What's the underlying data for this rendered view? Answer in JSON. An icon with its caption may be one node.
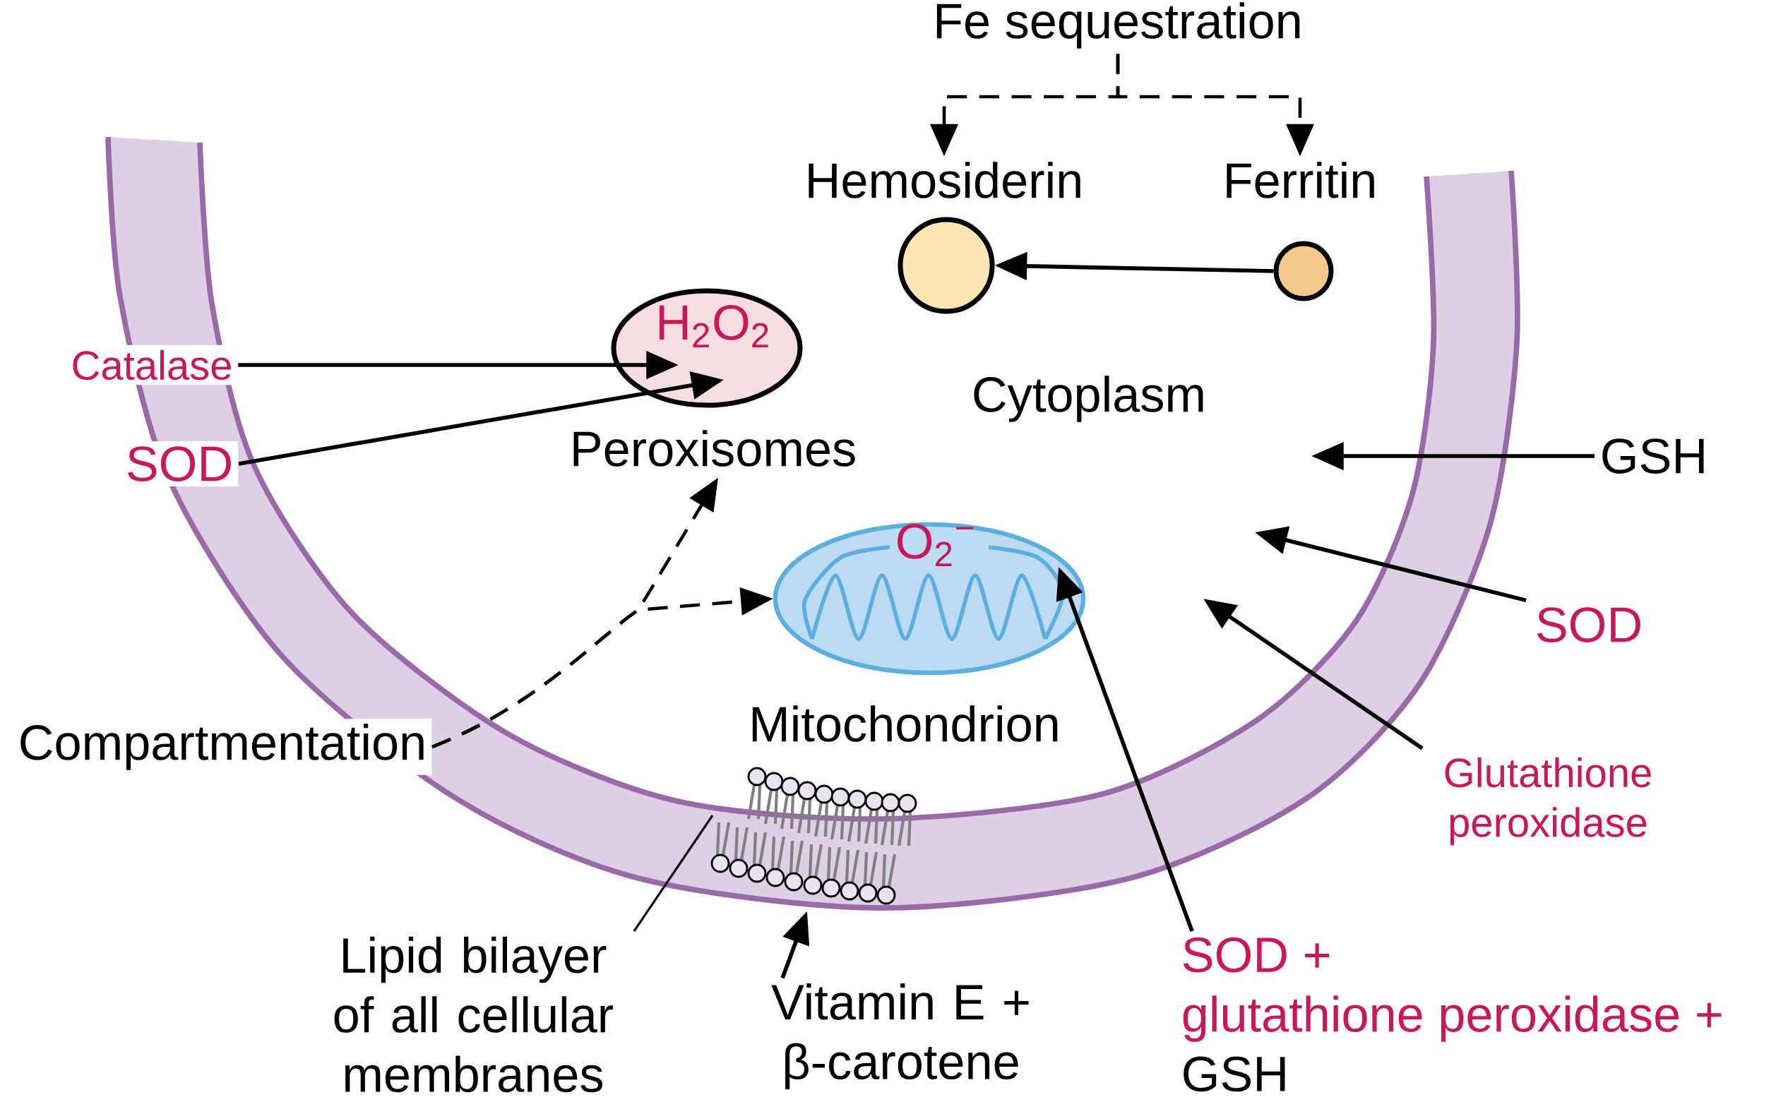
{
  "diagram": {
    "nodes": [
      {
        "text": [
          "Fe sequestration"
        ]
      },
      {
        "text": [
          "Hemosiderin"
        ]
      },
      {
        "text": [
          "Ferritin"
        ]
      },
      {
        "text": [
          "H$_{2}$O$_{2}$",
          "Peroxisomes"
        ]
      },
      {
        "text": [
          "Catalase"
        ]
      },
      {
        "text": [
          "SOD"
        ]
      },
      {
        "text": [
          "GSH"
        ]
      },
      {
        "text": [
          "O$_{2}$$^{−}$",
          "Mitochondrion"
        ]
      },
      {
        "text": [
          "SOD"
        ]
      },
      {
        "text": [
          "Compartmentation"
        ]
      },
      {
        "text": [
          "Glutathione peroxidase"
        ]
      },
      {
        "text": [],
        "shape": "picture"
      },
      {
        "text": [
          "Lipid bilayer of all cellular membranes"
        ]
      },
      {
        "text": [
          "Vitamin E + β-carotene"
        ]
      },
      {
        "text": [
          "SOD +",
          "glutathione peroxidase +",
          "GSH"
        ]
      }
    ],
    "edges": [
      {
        "from": 0,
        "to": 1,
        "arrow": "to",
        "style": "dashed"
      },
      {
        "from": 0,
        "to": 2,
        "arrow": "to",
        "style": "dashed"
      },
      {
        "from": 2,
        "to": 1,
        "arrow": "to"
      },
      {
        "from": 4,
        "to": 3,
        "arrow": "to"
      },
      {
        "from": 5,
        "to": 3,
        "arrow": "to"
      },
      {
        "from": 6,
        "to": null,
        "arrow": "to"
      },
      {
        "from": 8,
        "to": null,
        "arrow": "to"
      },
      {
        "from": 10,
        "to": null,
        "arrow": "to"
      },
      {
        "from": 14,
        "to": 7,
        "arrow": "to"
      },
      {
        "from": 9,
        "to": 3,
        "arrow": "to",
        "style": "dashed"
      },
      {
        "from": 9,
        "to": 7,
        "arrow": "to",
        "style": "dashed"
      },
      {
        "from": 13,
        "to": 11,
        "arrow": "to"
      },
      {
        "from": 12,
        "to": 11,
        "arrow": "none"
      }
    ],
    "labels": [
      "Cytoplasm"
    ]
  }
}
